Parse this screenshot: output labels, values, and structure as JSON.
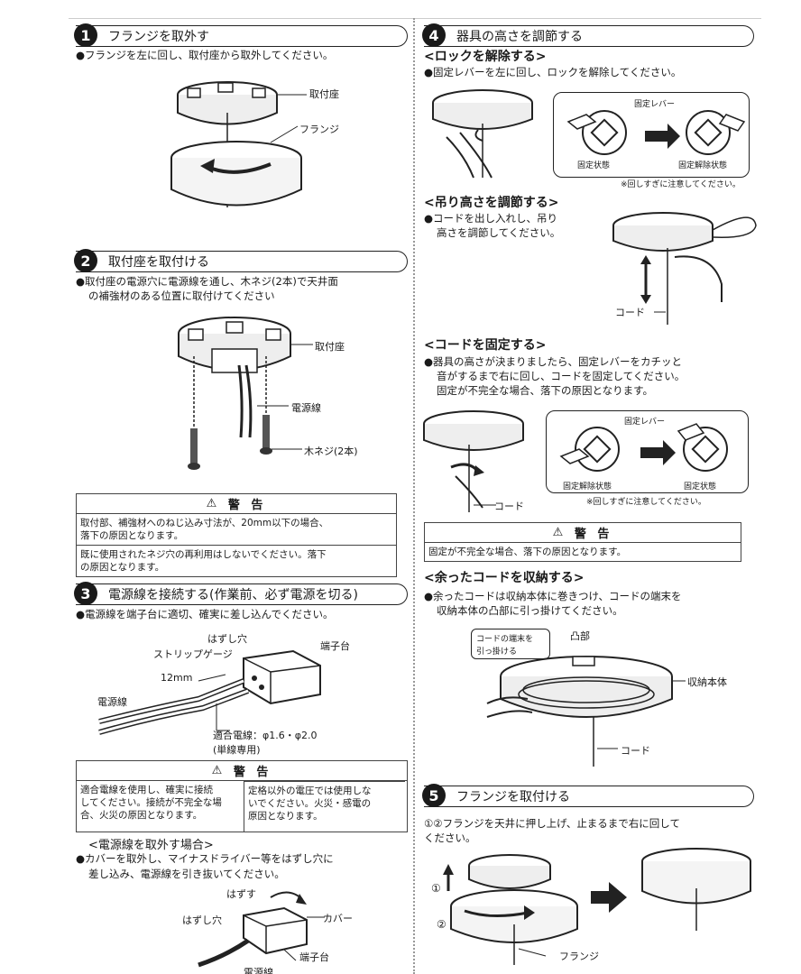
{
  "sections": {
    "s1": {
      "num": "1",
      "title": "フランジを取外す",
      "desc": "●フランジを左に回し、取付座から取外してください。",
      "label_zabu": "取付座",
      "label_flange": "フランジ"
    },
    "s2": {
      "num": "2",
      "title": "取付座を取付ける",
      "desc1": "●取付座の電源穴に電源線を通し、木ネジ(2本)で天井面",
      "desc2": "の補強材のある位置に取付けてください",
      "label_zabu": "取付座",
      "label_wire": "電源線",
      "label_screw": "木ネジ(2本)"
    },
    "warn1": {
      "title": "警 告",
      "row1a": "取付部、補強材へのねじ込み寸法が、20mm以下の場合、",
      "row1b": "落下の原因となります。",
      "row2a": "既に使用されたネジ穴の再利用はしないでください。落下",
      "row2b": "の原因となります。"
    },
    "s3": {
      "num": "3",
      "title": "電源線を接続する(作業前、必ず電源を切る)",
      "desc": "●電源線を端子台に適切、確実に差し込んでください。",
      "label_hole": "はずし穴",
      "label_strip": "ストリップゲージ",
      "label_terminal": "端子台",
      "label_12mm": "12mm",
      "label_wire": "電源線",
      "label_fit1": "適合電線：φ1.6・φ2.0",
      "label_fit2": "(単線専用)"
    },
    "warn2": {
      "title": "警 告",
      "l1": "適合電線を使用し、確実に接続",
      "l2": "してください。接続が不完全な場",
      "l3": "合、火災の原因となります。",
      "r1": "定格以外の電圧では使用しな",
      "r2": "いでください。火災・感電の",
      "r3": "原因となります。"
    },
    "s3b": {
      "title": "<電源線を取外す場合>",
      "desc1": "●カバーを取外し、マイナスドライバー等をはずし穴に",
      "desc2": "差し込み、電源線を引き抜いてください。",
      "label_push": "はずす",
      "label_hole": "はずし穴",
      "label_cover": "カバー",
      "label_terminal": "端子台",
      "label_wire": "電源線"
    },
    "s4": {
      "num": "4",
      "title": "器具の高さを調節する",
      "unlock_title": "<ロックを解除する>",
      "unlock_desc": "●固定レバーを左に回し、ロックを解除してください。",
      "lever": "固定レバー",
      "state_fixed": "固定状態",
      "state_unlocked": "固定解除状態",
      "caution": "※回しすぎに注意してください。",
      "height_title": "<吊り高さを調節する>",
      "height_desc1": "●コードを出し入れし、吊り",
      "height_desc2": "高さを調節してください。",
      "cord": "コード",
      "fix_title": "<コードを固定する>",
      "fix_desc1": "●器具の高さが決まりましたら、固定レバーをカチッと",
      "fix_desc2": "音がするまで右に回し、コードを固定してください。",
      "fix_desc3": "固定が不完全な場合、落下の原因となります。",
      "lever2": "固定レバー",
      "state_unlocked2": "固定解除状態",
      "state_fixed2": "固定状態",
      "caution2": "※回しすぎに注意してください。",
      "cord2": "コード"
    },
    "warn3": {
      "title": "警 告",
      "row": "固定が不完全な場合、落下の原因となります。"
    },
    "s4b": {
      "title": "<余ったコードを収納する>",
      "desc1": "●余ったコードは収納本体に巻きつけ、コードの端末を",
      "desc2": "収納本体の凸部に引っ掛けてください。",
      "callout1": "コードの端末を",
      "callout2": "引っ掛ける",
      "label_bump": "凸部",
      "label_body": "収納本体",
      "label_cord": "コード"
    },
    "s5": {
      "num": "5",
      "title": "フランジを取付ける",
      "desc1": "①②フランジを天井に押し上げ、止まるまで右に回して",
      "desc2": "ください。",
      "step1": "①",
      "step2": "②",
      "label_flange": "フランジ"
    }
  }
}
